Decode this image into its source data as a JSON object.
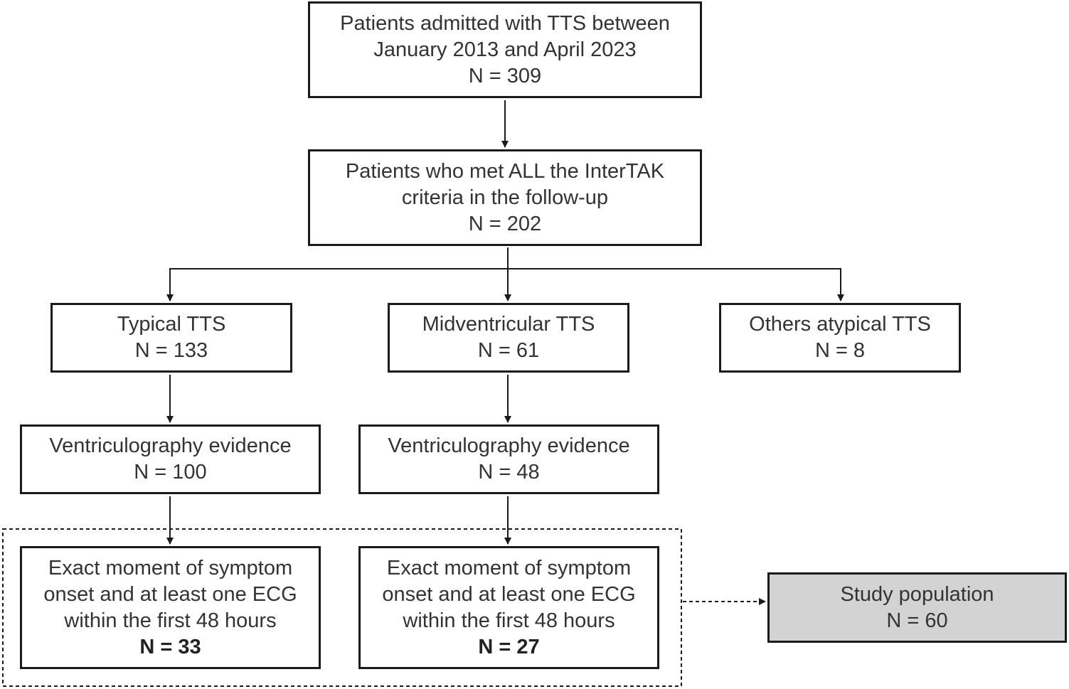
{
  "boxes": {
    "total": {
      "lines": [
        "Patients admitted with TTS between",
        "January 2013 and April 2023",
        "N = 309"
      ]
    },
    "intertak": {
      "lines": [
        "Patients who met ALL the InterTAK",
        "criteria in the follow-up",
        "N = 202"
      ]
    },
    "typical": {
      "lines": [
        "Typical TTS",
        "N = 133"
      ]
    },
    "midventricular": {
      "lines": [
        "Midventricular TTS",
        "N = 61"
      ]
    },
    "atypical": {
      "lines": [
        "Others atypical TTS",
        "N = 8"
      ]
    },
    "vent_typical": {
      "lines": [
        "Ventriculography evidence",
        "N = 100"
      ]
    },
    "vent_mid": {
      "lines": [
        "Ventriculography evidence",
        "N = 48"
      ]
    },
    "ecg_typical": {
      "lines": [
        "Exact moment of symptom",
        "onset and at least one ECG",
        "within the first 48 hours"
      ],
      "count": "N = 33"
    },
    "ecg_mid": {
      "lines": [
        "Exact moment of symptom",
        "onset and at least one ECG",
        "within the first 48 hours"
      ],
      "count": "N = 27"
    },
    "study": {
      "lines": [
        "Study population",
        "N = 60"
      ]
    }
  },
  "colors": {
    "border": "#1a1a1a",
    "text": "#333333",
    "study_fill": "#d3d3d3"
  }
}
